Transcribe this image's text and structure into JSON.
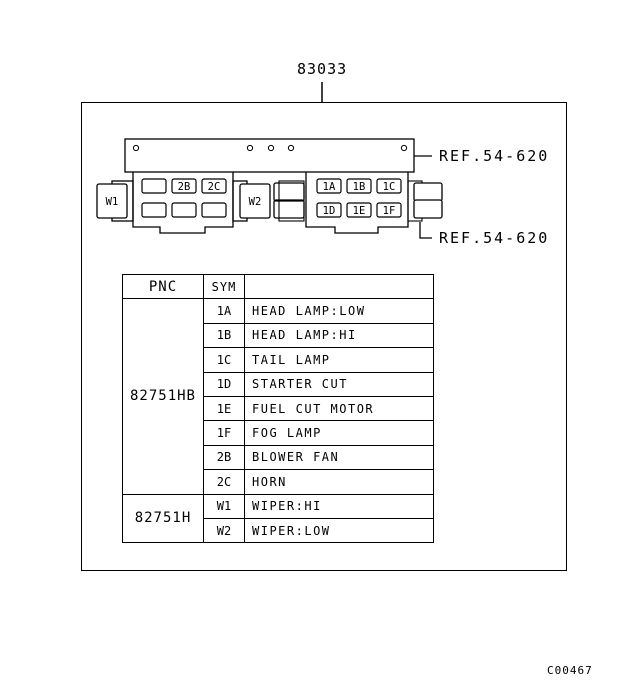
{
  "part_number": "83033",
  "ref_top": "REF.54-620",
  "ref_bottom": "REF.54-620",
  "drawing_code": "C00467",
  "fuse_box": {
    "left_labels": [
      "2B",
      "2C"
    ],
    "right_labels": [
      "1A",
      "1B",
      "1C",
      "1D",
      "1E",
      "1F"
    ],
    "relay_left": "W1",
    "relay_mid": "W2"
  },
  "table": {
    "headers": [
      "PNC",
      "SYM",
      ""
    ],
    "groups": [
      {
        "pnc": "82751HB",
        "rows": [
          {
            "sym": "1A",
            "desc": "HEAD LAMP:LOW"
          },
          {
            "sym": "1B",
            "desc": "HEAD LAMP:HI"
          },
          {
            "sym": "1C",
            "desc": "TAIL LAMP"
          },
          {
            "sym": "1D",
            "desc": "STARTER CUT"
          },
          {
            "sym": "1E",
            "desc": "FUEL CUT MOTOR"
          },
          {
            "sym": "1F",
            "desc": "FOG LAMP"
          },
          {
            "sym": "2B",
            "desc": "BLOWER FAN"
          },
          {
            "sym": "2C",
            "desc": "HORN"
          }
        ]
      },
      {
        "pnc": "82751H",
        "rows": [
          {
            "sym": "W1",
            "desc": "WIPER:HI"
          },
          {
            "sym": "W2",
            "desc": "WIPER:LOW"
          }
        ]
      }
    ]
  }
}
